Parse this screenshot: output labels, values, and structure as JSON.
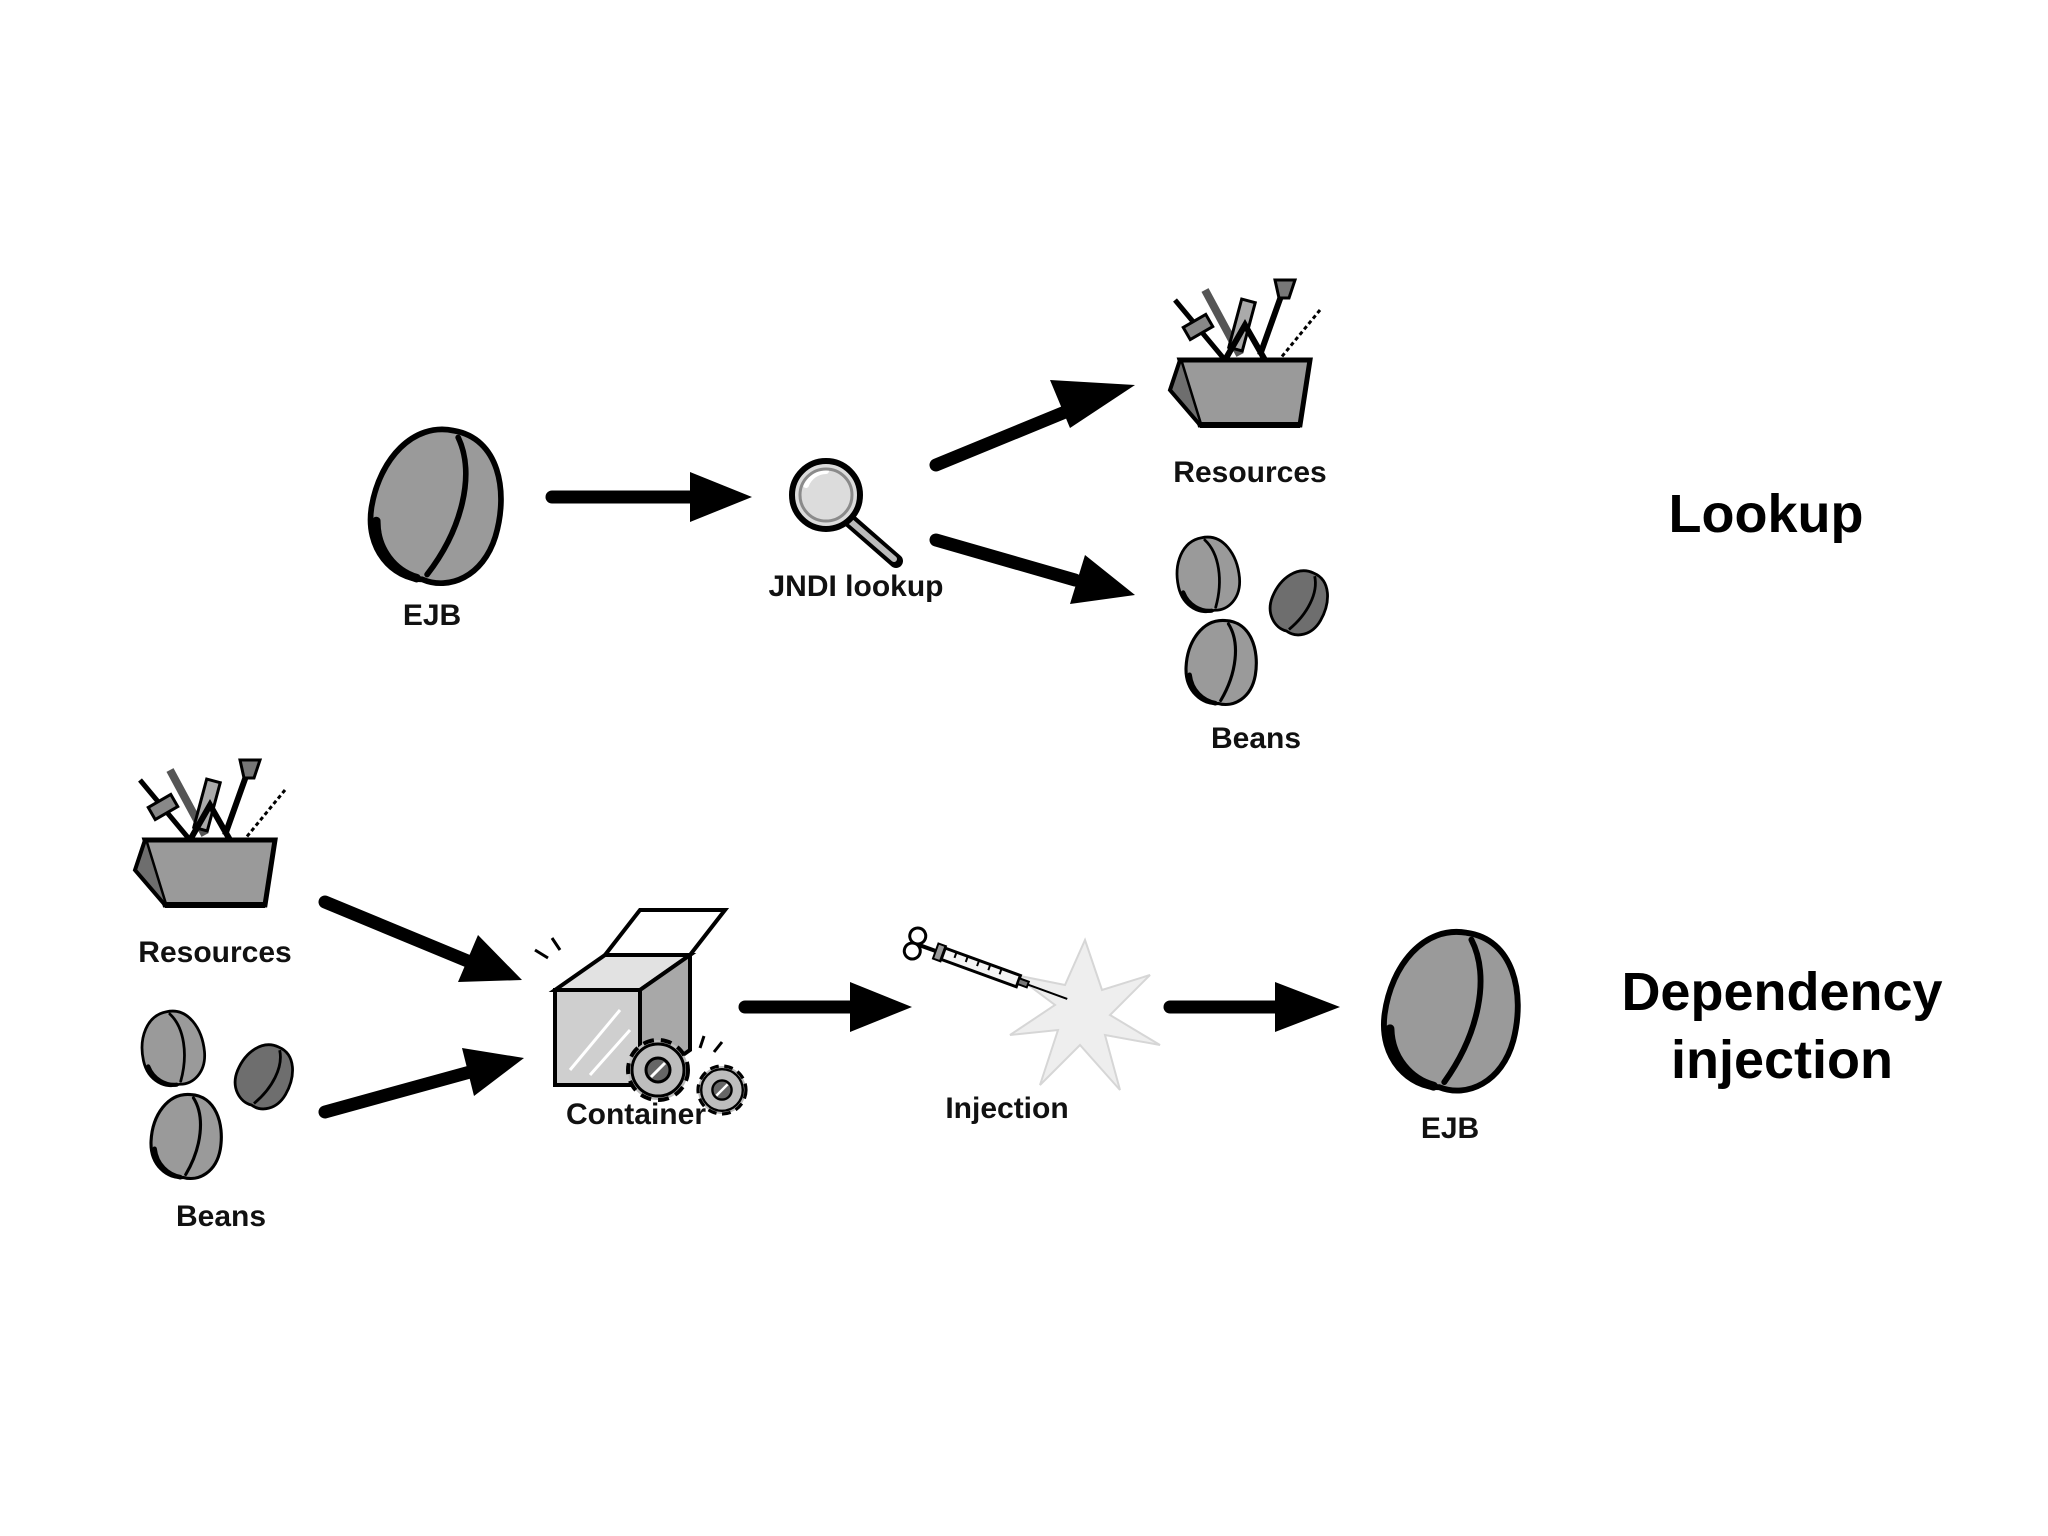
{
  "lookup": {
    "title": "Lookup",
    "nodes": {
      "ejb": "EJB",
      "jndi": "JNDI lookup",
      "resources": "Resources",
      "beans": "Beans"
    }
  },
  "injection": {
    "title_line1": "Dependency",
    "title_line2": "injection",
    "nodes": {
      "resources": "Resources",
      "beans": "Beans",
      "container": "Container",
      "injection": "Injection",
      "ejb": "EJB"
    }
  },
  "colors": {
    "icon_fill": "#9a9a9a",
    "icon_dark": "#6e6e6e",
    "outline": "#000000",
    "arrow": "#000000"
  }
}
